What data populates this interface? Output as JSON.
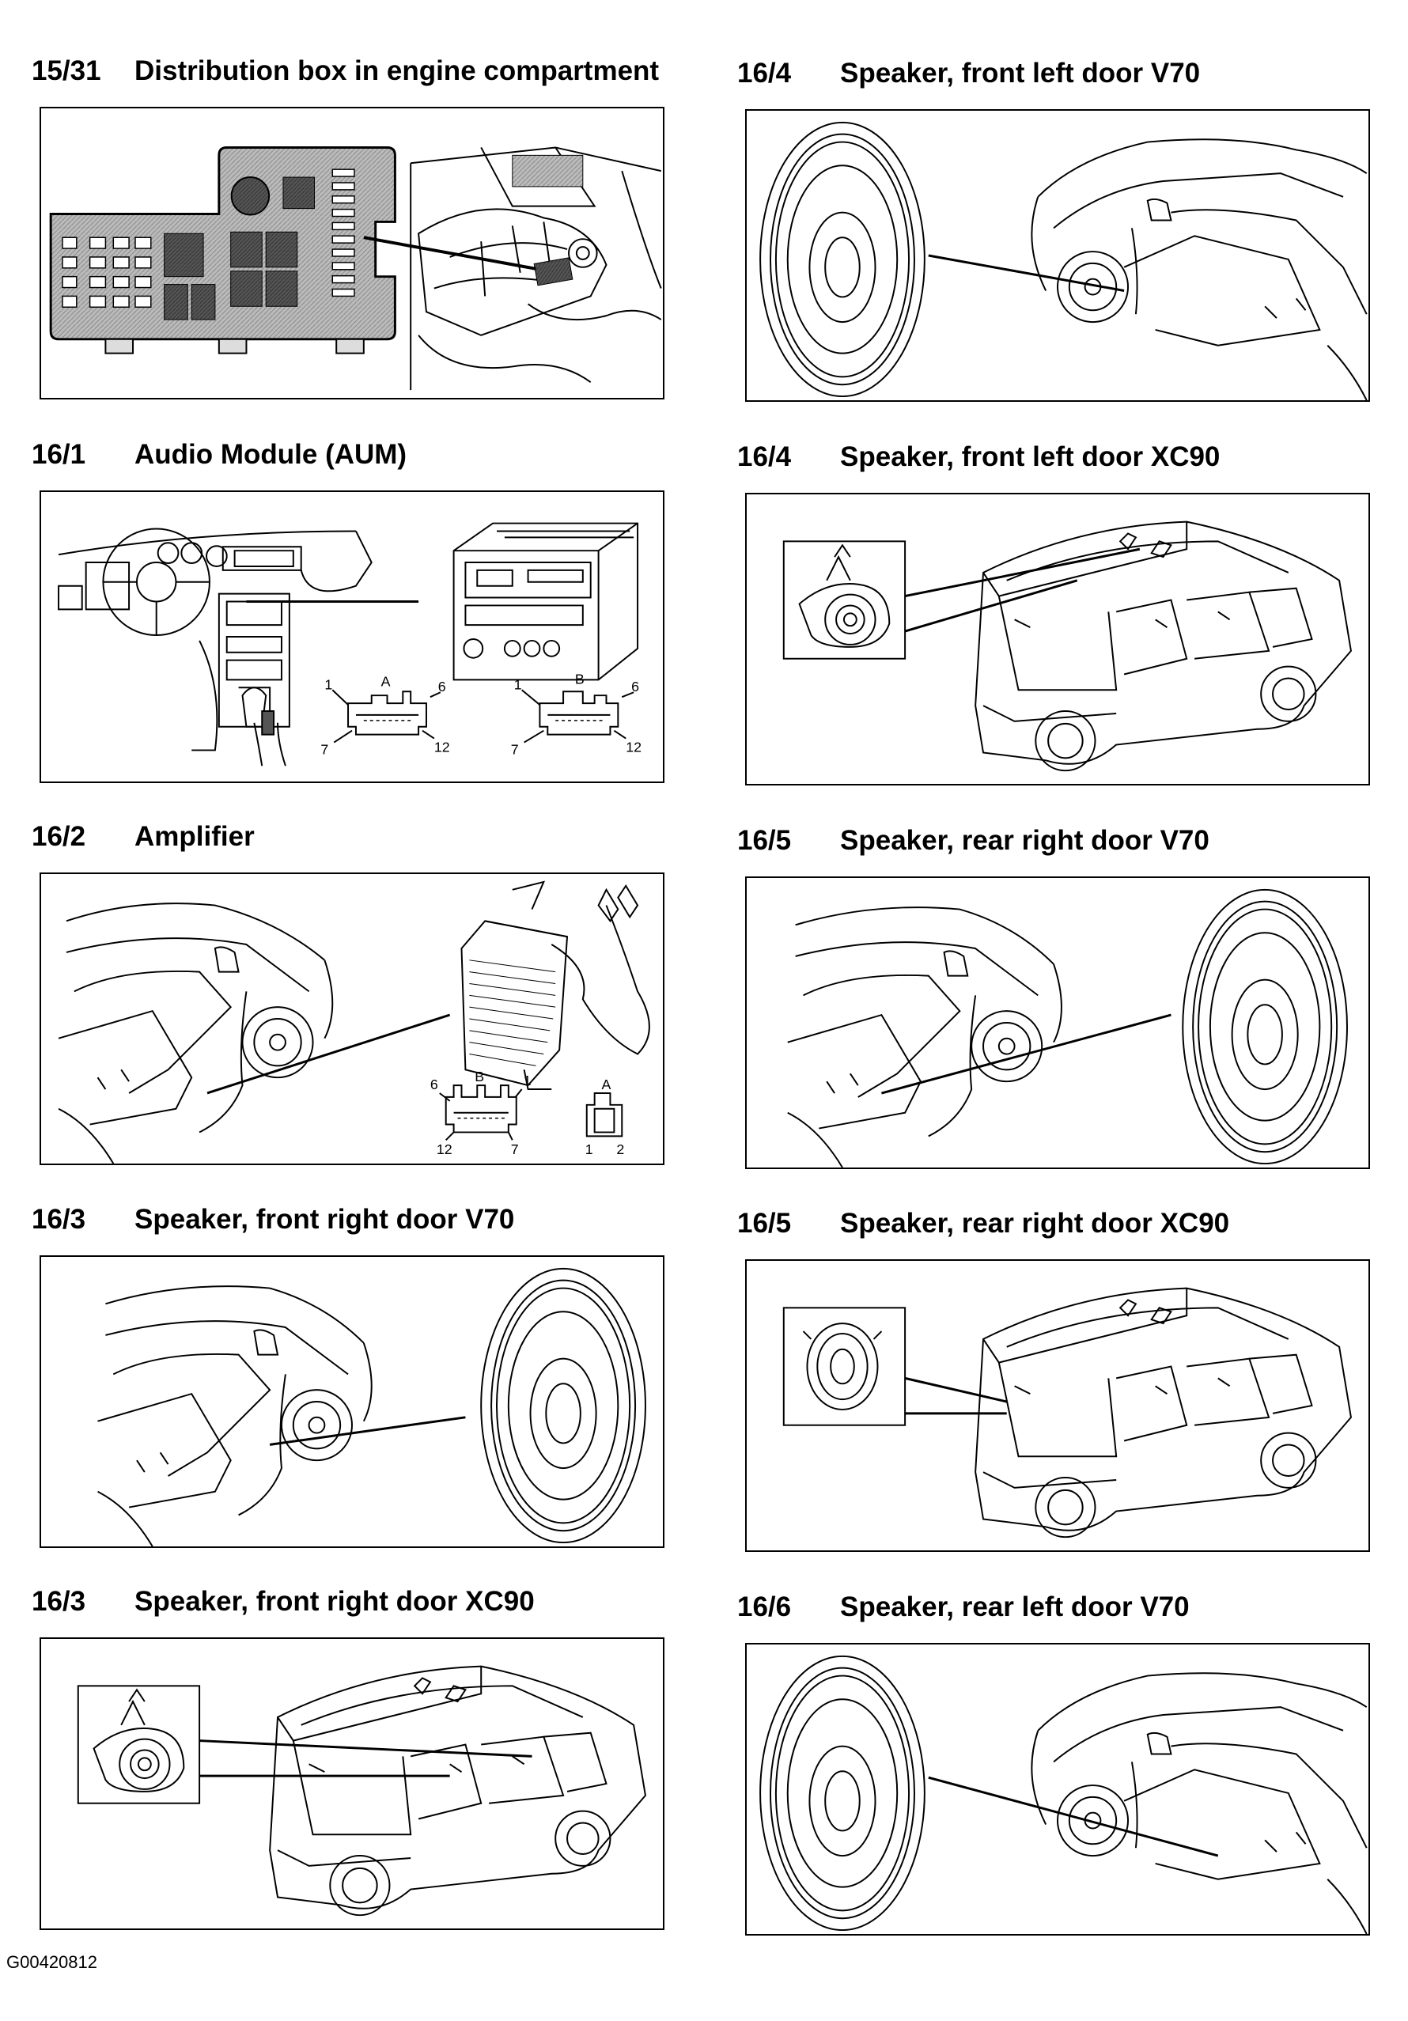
{
  "panels": [
    {
      "code": "15/31",
      "title": "Distribution box in engine compartment",
      "figure": "distribution-box"
    },
    {
      "code": "16/4",
      "title": "Speaker, front left door V70",
      "figure": "speaker-v70-left"
    },
    {
      "code": "16/1",
      "title": "Audio Module (AUM)",
      "figure": "audio-module",
      "connectors": {
        "a_label": "A",
        "b_label": "B",
        "pin_1": "1",
        "pin_6": "6",
        "pin_7": "7",
        "pin_12": "12"
      }
    },
    {
      "code": "16/4",
      "title": "Speaker, front left door XC90",
      "figure": "speaker-xc90-rear-view"
    },
    {
      "code": "16/2",
      "title": "Amplifier",
      "figure": "amplifier",
      "connectors": {
        "b_label": "B",
        "a_label": "A",
        "b_pin_6": "6",
        "b_pin_1": "1",
        "b_pin_12": "12",
        "b_pin_7": "7",
        "a_pin_1": "1",
        "a_pin_2": "2"
      }
    },
    {
      "code": "16/5",
      "title": "Speaker, rear right door V70",
      "figure": "speaker-v70-right"
    },
    {
      "code": "16/3",
      "title": "Speaker, front right door V70",
      "figure": "speaker-v70-right"
    },
    {
      "code": "16/5",
      "title": "Speaker, rear right door XC90",
      "figure": "speaker-xc90-rear-view"
    },
    {
      "code": "16/3",
      "title": "Speaker, front right door XC90",
      "figure": "speaker-xc90-rear-view"
    },
    {
      "code": "16/6",
      "title": "Speaker, rear left door V70",
      "figure": "speaker-v70-left"
    }
  ],
  "footer": {
    "figure_id": "G00420812"
  }
}
